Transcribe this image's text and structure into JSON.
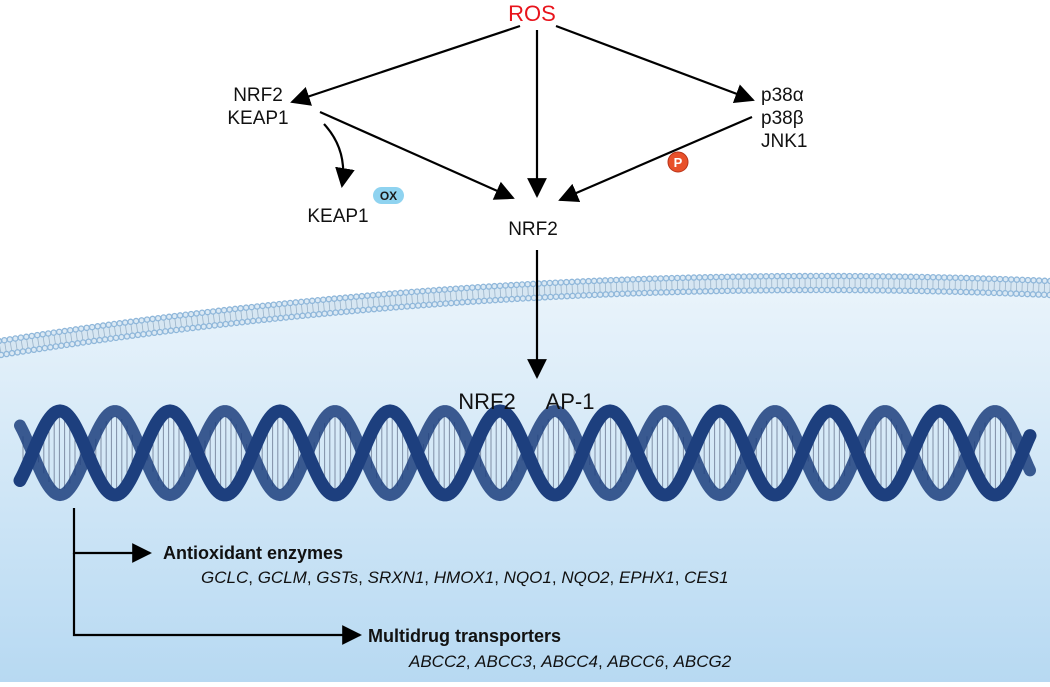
{
  "labels": {
    "ros": "ROS",
    "nrf2_complex": "NRF2",
    "keap1_complex": "KEAP1",
    "kinase_1": "p38α",
    "kinase_2": "p38β",
    "kinase_3": "JNK1",
    "keap1_ox": "KEAP1",
    "ox_badge": "OX",
    "p_badge": "P",
    "nrf2_free": "NRF2",
    "nucleus_nrf2": "NRF2",
    "nucleus_ap1": "AP-1"
  },
  "outputs": {
    "antioxidant": {
      "title": "Antioxidant enzymes",
      "genes": [
        "GCLC",
        "GCLM",
        "GSTs",
        "SRXN1",
        "HMOX1",
        "NQO1",
        "NQO2",
        "EPHX1",
        "CES1"
      ]
    },
    "transporters": {
      "title": "Multidrug transporters",
      "genes": [
        "ABCC2",
        "ABCC3",
        "ABCC4",
        "ABCC6",
        "ABCG2"
      ]
    }
  },
  "colors": {
    "ros_text": "#e8141c",
    "ox_badge_fill": "#8fd3f0",
    "p_badge_fill": "#e8502a",
    "dna_strand": "#1d3f7e",
    "nucleus_top": "#eaf4fb",
    "nucleus_bottom": "#b7d9f2",
    "membrane": "#8fb7da"
  }
}
